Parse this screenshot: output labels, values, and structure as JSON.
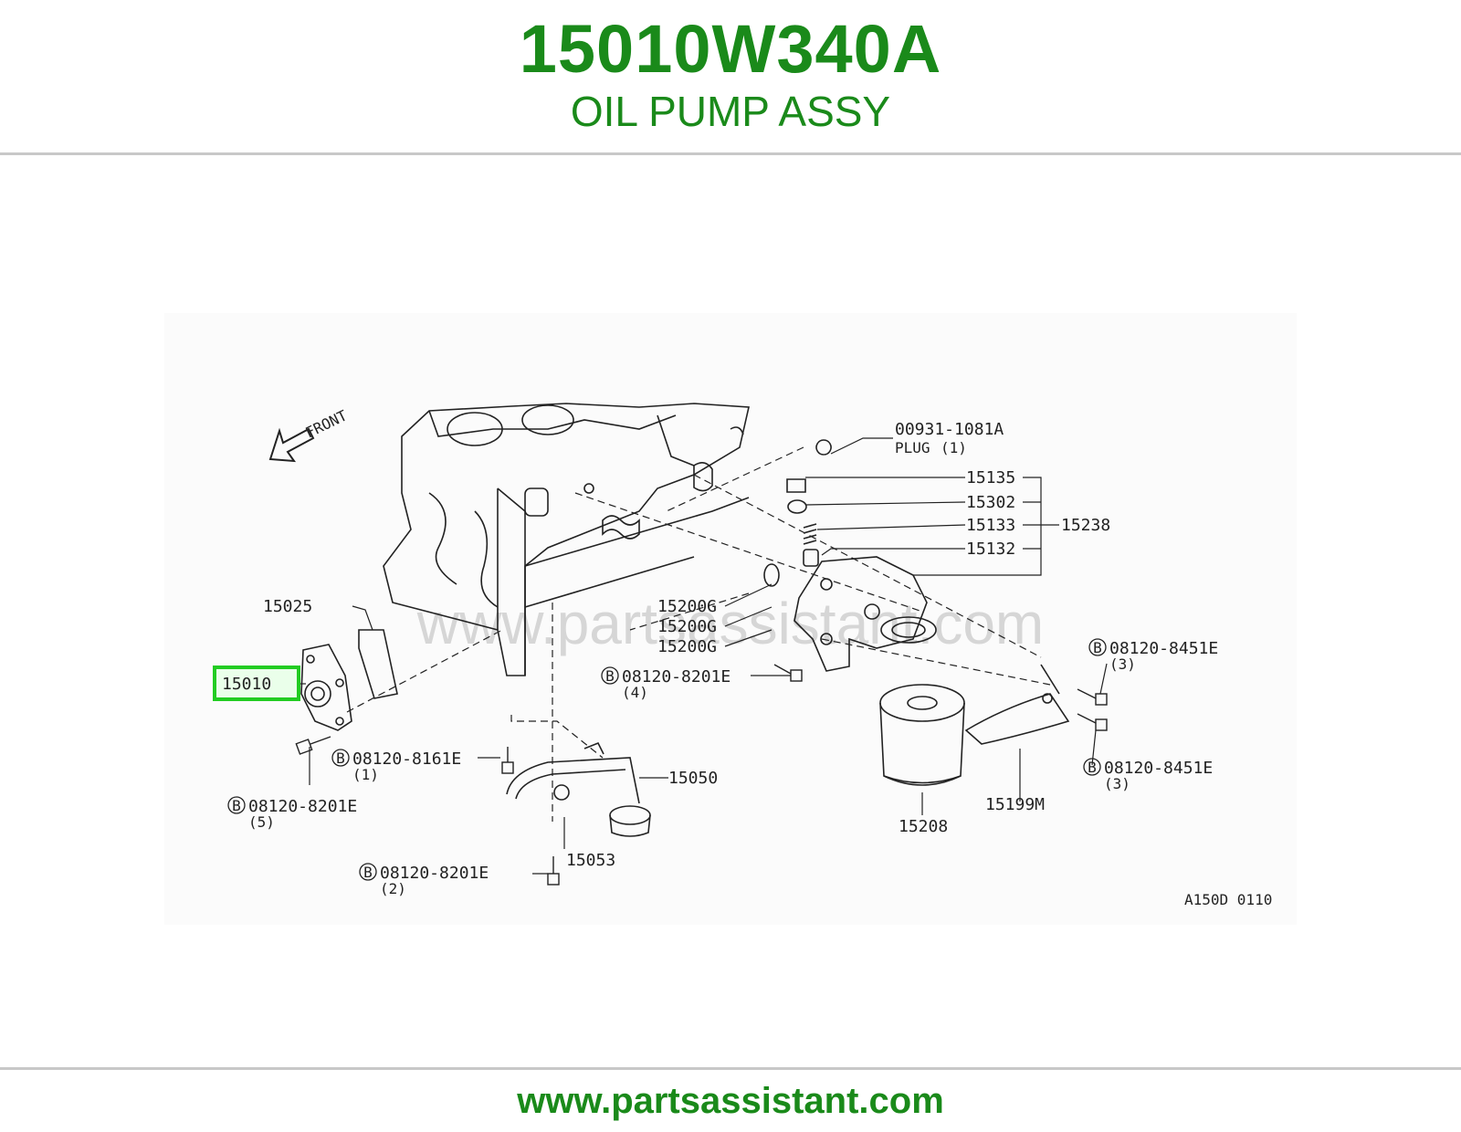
{
  "header": {
    "part_number": "15010W340A",
    "part_name": "OIL PUMP ASSY"
  },
  "colors": {
    "brand_green": "#1a8a1a",
    "highlight_green": "#22cc22",
    "rule_gray": "#c8c8c8",
    "line_ink": "#222222"
  },
  "diagram": {
    "front_label": "FRONT",
    "watermark": "www.partsassistant.com",
    "figure_code": "A150D 0110",
    "bolt_marker": "B",
    "highlighted_callout": "15010",
    "callouts": {
      "plug_part": "00931-1081A",
      "plug_label": "PLUG",
      "plug_qty": "(1)",
      "p15135": "15135",
      "p15302": "15302",
      "p15133": "15133",
      "p15132": "15132",
      "p15238": "15238",
      "p15025": "15025",
      "p15200g_a": "15200G",
      "p15200g_b": "15200G",
      "p15200g_c": "15200G",
      "bolt_8201e_4": "08120-8201E",
      "bolt_8201e_4_qty": "(4)",
      "bolt_8451e_a": "08120-8451E",
      "bolt_8451e_a_qty": "(3)",
      "bolt_8451e_b": "08120-8451E",
      "bolt_8451e_b_qty": "(3)",
      "bolt_8161e": "08120-8161E",
      "bolt_8161e_qty": "(1)",
      "bolt_8201e_5": "08120-8201E",
      "bolt_8201e_5_qty": "(5)",
      "bolt_8201e_2": "08120-8201E",
      "bolt_8201e_2_qty": "(2)",
      "p15050": "15050",
      "p15053": "15053",
      "p15208": "15208",
      "p15199m": "15199M"
    }
  },
  "footer": {
    "url": "www.partsassistant.com"
  }
}
